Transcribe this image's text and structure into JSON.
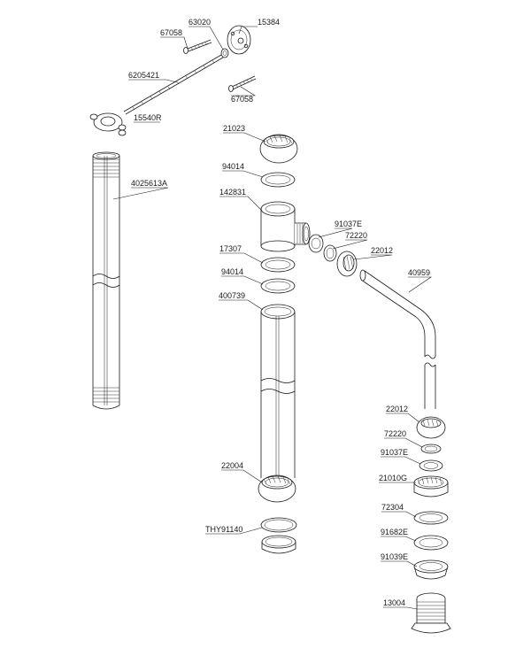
{
  "colors": {
    "line": "#1a1a1a",
    "background": "#ffffff"
  },
  "parts": {
    "p15384": "15384",
    "p63020": "63020",
    "p67058_top": "67058",
    "p67058_bottom": "67058",
    "p6205421": "6205421",
    "p15540R": "15540R",
    "p4025613A": "4025613A",
    "p21023": "21023",
    "p94014_top": "94014",
    "p142831": "142831",
    "p91037E_top": "91037E",
    "p72220_top": "72220",
    "p22012_top": "22012",
    "p17307": "17307",
    "p94014_bottom": "94014",
    "p400739": "400739",
    "p40959": "40959",
    "p22012_bottom": "22012",
    "p72220_bottom": "72220",
    "p91037E_bottom": "91037E",
    "p21010G": "21010G",
    "p22004": "22004",
    "p72304": "72304",
    "pTHY91140": "THY91140",
    "p91682E": "91682E",
    "p91039E": "91039E",
    "p13004": "13004"
  }
}
